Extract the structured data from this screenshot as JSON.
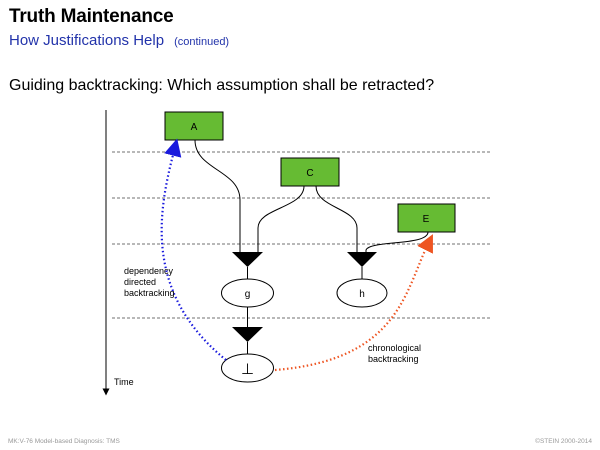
{
  "header": {
    "title": "Truth Maintenance",
    "subtitle": "How Justifications Help",
    "subtitle_note": "(continued)"
  },
  "question": "Guiding backtracking: Which assumption shall be retracted?",
  "diagram": {
    "nodes": {
      "A": "A",
      "C": "C",
      "E": "E",
      "g": "g",
      "h": "h",
      "bottom": "⊥"
    },
    "labels": {
      "dependency_line1": "dependency",
      "dependency_line2": "directed",
      "dependency_line3": "backtracking",
      "chrono_line1": "chronological",
      "chrono_line2": "backtracking",
      "time": "Time"
    },
    "colors": {
      "assumption_fill": "#66bb33",
      "dependency_arrow": "#1a1add",
      "chronological_arrow": "#ee5522"
    }
  },
  "footer": {
    "left": "MK:V-76   Model-based Diagnosis: TMS",
    "right": "©STEIN 2000-2014"
  }
}
